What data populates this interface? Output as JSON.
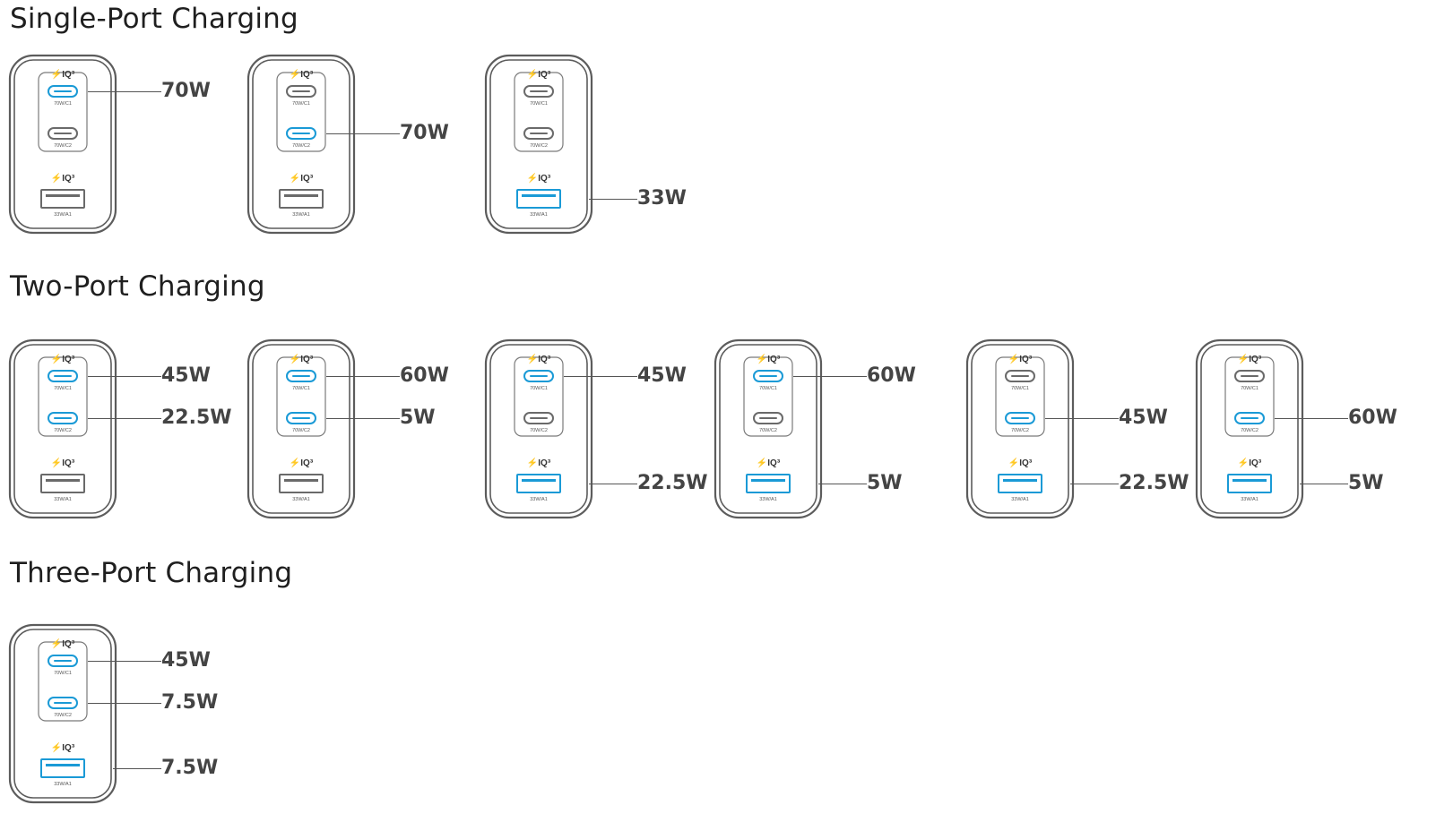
{
  "sections": [
    {
      "title": "Single-Port Charging",
      "configs": [
        {
          "ports": [
            {
              "name": "C1",
              "active": true,
              "watt": "70W"
            },
            {
              "name": "C2",
              "active": false,
              "watt": ""
            },
            {
              "name": "A1",
              "active": false,
              "watt": ""
            }
          ]
        },
        {
          "ports": [
            {
              "name": "C1",
              "active": false,
              "watt": ""
            },
            {
              "name": "C2",
              "active": true,
              "watt": "70W"
            },
            {
              "name": "A1",
              "active": false,
              "watt": ""
            }
          ]
        },
        {
          "ports": [
            {
              "name": "C1",
              "active": false,
              "watt": ""
            },
            {
              "name": "C2",
              "active": false,
              "watt": ""
            },
            {
              "name": "A1",
              "active": true,
              "watt": "33W"
            }
          ]
        }
      ]
    },
    {
      "title": "Two-Port Charging",
      "configs": [
        {
          "ports": [
            {
              "name": "C1",
              "active": true,
              "watt": "45W"
            },
            {
              "name": "C2",
              "active": true,
              "watt": "22.5W"
            },
            {
              "name": "A1",
              "active": false,
              "watt": ""
            }
          ]
        },
        {
          "ports": [
            {
              "name": "C1",
              "active": true,
              "watt": "60W"
            },
            {
              "name": "C2",
              "active": true,
              "watt": "5W"
            },
            {
              "name": "A1",
              "active": false,
              "watt": ""
            }
          ]
        },
        {
          "ports": [
            {
              "name": "C1",
              "active": true,
              "watt": "45W"
            },
            {
              "name": "C2",
              "active": false,
              "watt": ""
            },
            {
              "name": "A1",
              "active": true,
              "watt": "22.5W"
            }
          ]
        },
        {
          "ports": [
            {
              "name": "C1",
              "active": true,
              "watt": "60W"
            },
            {
              "name": "C2",
              "active": false,
              "watt": ""
            },
            {
              "name": "A1",
              "active": true,
              "watt": "5W"
            }
          ]
        },
        {
          "ports": [
            {
              "name": "C1",
              "active": false,
              "watt": ""
            },
            {
              "name": "C2",
              "active": true,
              "watt": "45W"
            },
            {
              "name": "A1",
              "active": true,
              "watt": "22.5W"
            }
          ]
        },
        {
          "ports": [
            {
              "name": "C1",
              "active": false,
              "watt": ""
            },
            {
              "name": "C2",
              "active": true,
              "watt": "60W"
            },
            {
              "name": "A1",
              "active": true,
              "watt": "5W"
            }
          ]
        }
      ]
    },
    {
      "title": "Three-Port Charging",
      "configs": [
        {
          "ports": [
            {
              "name": "C1",
              "active": true,
              "watt": "45W"
            },
            {
              "name": "C2",
              "active": true,
              "watt": "7.5W"
            },
            {
              "name": "A1",
              "active": true,
              "watt": "7.5W"
            }
          ]
        }
      ]
    }
  ],
  "charger_labels": {
    "logo": "⚡IQ³",
    "c1": "70W/C1",
    "c2": "70W/C2",
    "a1": "33W/A1"
  },
  "colors": {
    "active_port": "#1a9ad6",
    "inactive_port": "#6a6a6a",
    "outline": "#5c5c5c",
    "watt_text": "#444444"
  }
}
